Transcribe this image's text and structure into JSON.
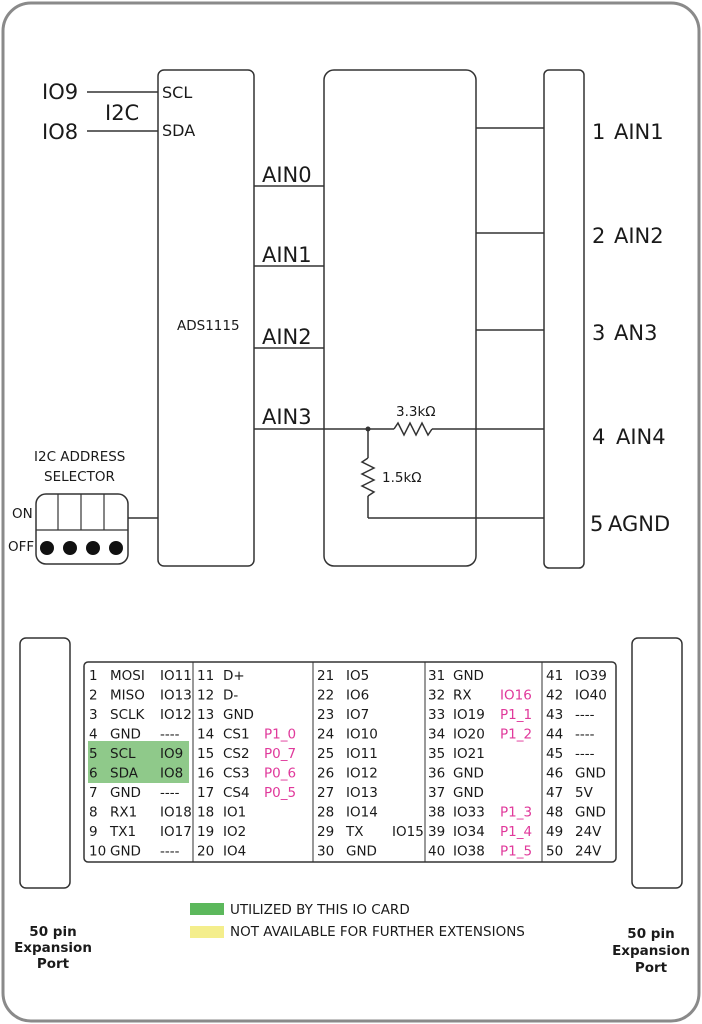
{
  "schematic": {
    "io9": "IO9",
    "io8": "IO8",
    "i2c": "I2C",
    "scl": "SCL",
    "sda": "SDA",
    "chip": "ADS1115",
    "ain0": "AIN0",
    "ain1": "AIN1",
    "ain2": "AIN2",
    "ain3": "AIN3",
    "r1": "3.3kΩ",
    "r2": "1.5kΩ",
    "selector_line1": "I2C ADDRESS",
    "selector_line2": "SELECTOR",
    "on": "ON",
    "off": "OFF"
  },
  "terminals": [
    {
      "num": "1",
      "label": "AIN1"
    },
    {
      "num": "2",
      "label": "AIN2"
    },
    {
      "num": "3",
      "label": "AN3"
    },
    {
      "num": "4",
      "label": "AIN4"
    },
    {
      "num": "5",
      "label": "AGND"
    }
  ],
  "ports": {
    "left_line1": "50 pin",
    "left_line2": "Expansion",
    "left_line3": "Port",
    "right_line1": "50 pin",
    "right_line2": "Expansion",
    "right_line3": "Port"
  },
  "legend": {
    "green_label": "UTILIZED BY THIS IO CARD",
    "yellow_label": "NOT AVAILABLE FOR FURTHER EXTENSIONS",
    "green_color": "#5cb85c",
    "yellow_color": "#f4ee8c"
  },
  "pinout": {
    "col1": [
      [
        "1",
        "MOSI",
        "IO11"
      ],
      [
        "2",
        "MISO",
        "IO13"
      ],
      [
        "3",
        "SCLK",
        "IO12"
      ],
      [
        "4",
        "GND",
        "----"
      ],
      [
        "5",
        "SCL",
        "IO9"
      ],
      [
        "6",
        "SDA",
        "IO8"
      ],
      [
        "7",
        "GND",
        "----"
      ],
      [
        "8",
        "RX1",
        "IO18"
      ],
      [
        "9",
        "TX1",
        "IO17"
      ],
      [
        "10",
        "GND",
        "----"
      ]
    ],
    "col2": [
      [
        "11",
        "D+",
        ""
      ],
      [
        "12",
        "D-",
        ""
      ],
      [
        "13",
        "GND",
        ""
      ],
      [
        "14",
        "CS1",
        "P1_0"
      ],
      [
        "15",
        "CS2",
        "P0_7"
      ],
      [
        "16",
        "CS3",
        "P0_6"
      ],
      [
        "17",
        "CS4",
        "P0_5"
      ],
      [
        "18",
        "IO1",
        ""
      ],
      [
        "19",
        "IO2",
        ""
      ],
      [
        "20",
        "IO4",
        ""
      ]
    ],
    "col3": [
      [
        "21",
        "IO5",
        ""
      ],
      [
        "22",
        "IO6",
        ""
      ],
      [
        "23",
        "IO7",
        ""
      ],
      [
        "24",
        "IO10",
        ""
      ],
      [
        "25",
        "IO11",
        ""
      ],
      [
        "26",
        "IO12",
        ""
      ],
      [
        "27",
        "IO13",
        ""
      ],
      [
        "28",
        "IO14",
        ""
      ],
      [
        "29",
        "TX",
        "IO15"
      ],
      [
        "30",
        "GND",
        ""
      ]
    ],
    "col4": [
      [
        "31",
        "GND",
        ""
      ],
      [
        "32",
        "RX",
        "IO16"
      ],
      [
        "33",
        "IO19",
        "P1_1"
      ],
      [
        "34",
        "IO20",
        "P1_2"
      ],
      [
        "35",
        "IO21",
        ""
      ],
      [
        "36",
        "GND",
        ""
      ],
      [
        "37",
        "GND",
        ""
      ],
      [
        "38",
        "IO33",
        "P1_3"
      ],
      [
        "39",
        "IO34",
        "P1_4"
      ],
      [
        "40",
        "IO38",
        "P1_5"
      ]
    ],
    "col5": [
      [
        "41",
        "IO39"
      ],
      [
        "42",
        "IO40"
      ],
      [
        "43",
        "----"
      ],
      [
        "44",
        "----"
      ],
      [
        "45",
        "----"
      ],
      [
        "46",
        "GND"
      ],
      [
        "47",
        "5V"
      ],
      [
        "48",
        "GND"
      ],
      [
        "49",
        "24V"
      ],
      [
        "50",
        "24V"
      ]
    ]
  }
}
